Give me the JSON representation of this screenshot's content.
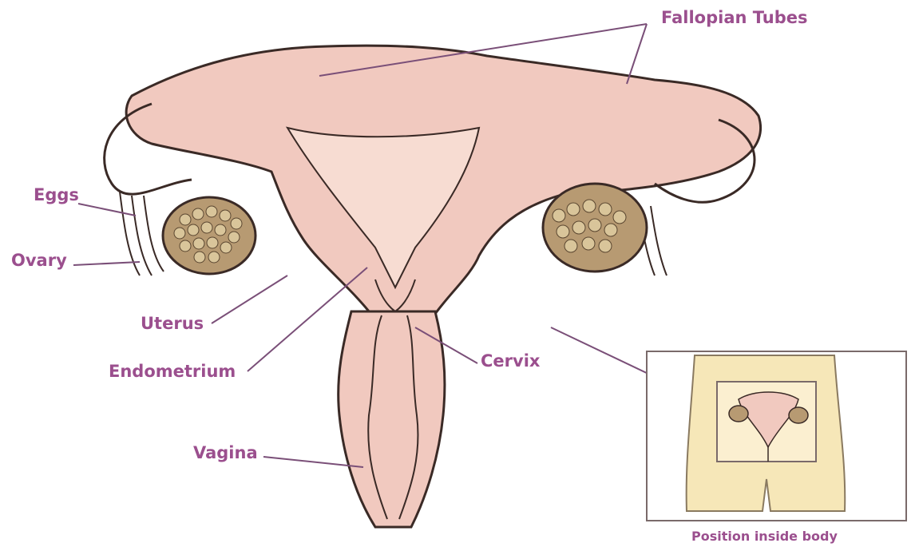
{
  "diagram": {
    "labels": {
      "fallopian_tubes": "Fallopian Tubes",
      "eggs": "Eggs",
      "ovary": "Ovary",
      "uterus": "Uterus",
      "endometrium": "Endometrium",
      "cervix": "Cervix",
      "vagina": "Vagina"
    },
    "inset": {
      "caption": "Position inside body"
    },
    "colors": {
      "label": "#9b4f8e",
      "tissue": "#f1c9bf",
      "tissue_outline": "#3a2a26",
      "ovary_fill": "#b79a72",
      "egg_fill": "#d9c59a",
      "pointer": "#7a4f78",
      "inset_body": "#f6e7b8",
      "inset_frame": "#7a6a6a"
    }
  }
}
